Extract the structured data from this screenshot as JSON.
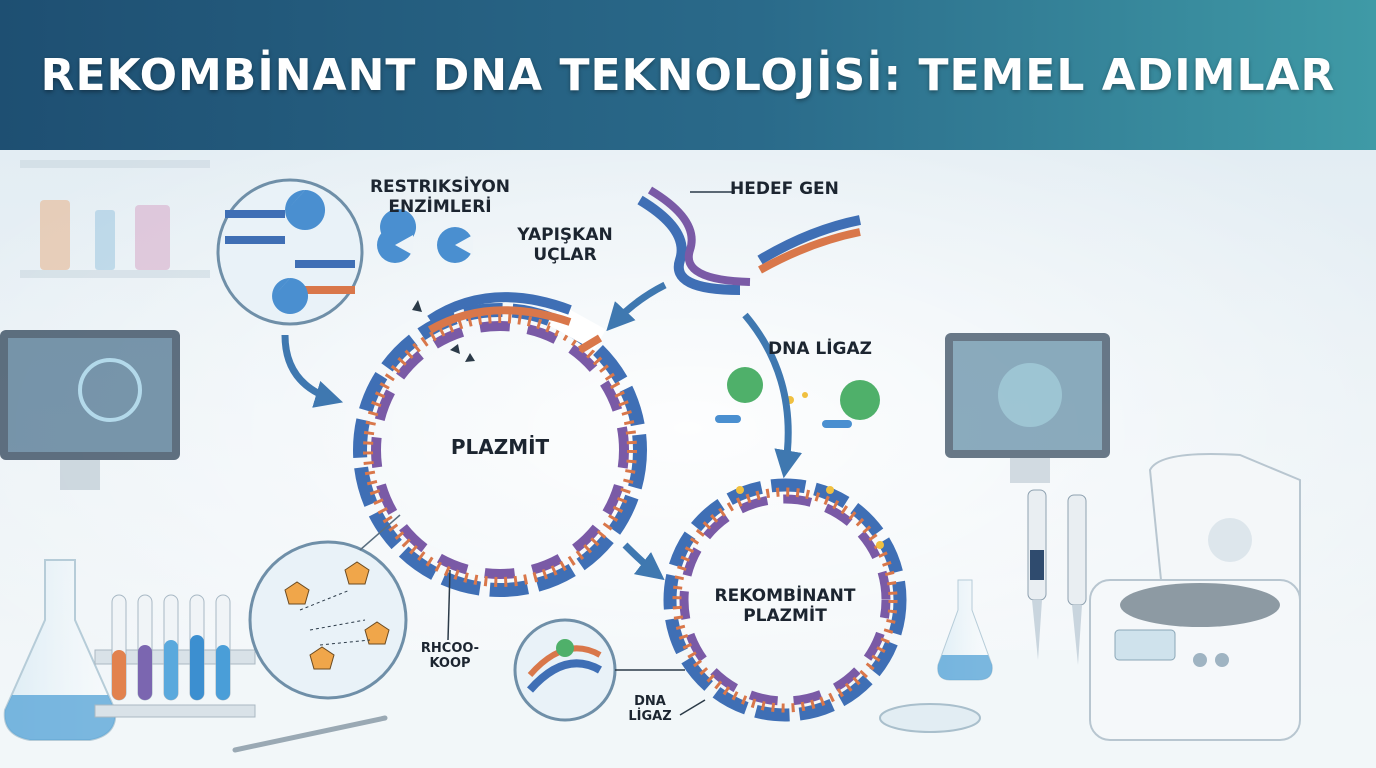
{
  "title": "REKOMBİNANT DNA TEKNOLOJİSİ: TEMEL ADIMLAR",
  "labels": {
    "restriction_enzymes": "RESTRIKSİYON\nENZİMLERİ",
    "sticky_ends": "YAPIŞKAN\nUÇLAR",
    "target_gene": "HEDEF GEN",
    "dna_ligase": "DNA LİGAZ",
    "plasmid": "PLAZMİT",
    "recombinant_plasmid": "REKOMBİNANT\nPLAZMİT",
    "dna_ligase_small": "DNA\nLİGAZ",
    "chem_label": "RHCOO-\nKOOP"
  },
  "colors": {
    "header_start": "#1e4f72",
    "header_end": "#3f9aa6",
    "strand_blue": "#3f6fb5",
    "strand_purple": "#7a5aa6",
    "strand_orange": "#d9774a",
    "arrow_blue": "#3f78b0",
    "enzyme_blue": "#4a8fd0",
    "ligase_green": "#4fb06a"
  }
}
